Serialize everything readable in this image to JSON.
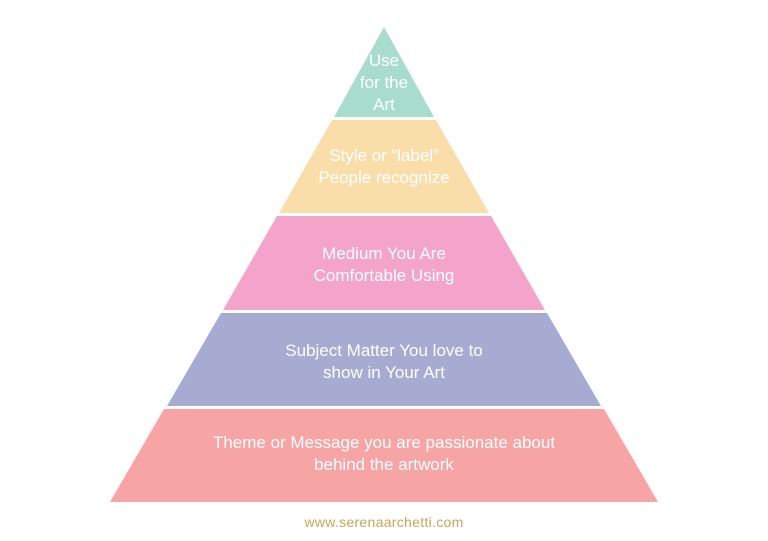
{
  "pyramid": {
    "tiers": [
      {
        "level": 1,
        "lines": [
          "Theme or Message you are passionate about",
          "behind the artwork"
        ],
        "color": "#f6a4a4"
      },
      {
        "level": 2,
        "lines": [
          "Subject Matter You love to",
          "show in Your Art"
        ],
        "color": "#a7abd2"
      },
      {
        "level": 3,
        "lines": [
          "Medium You Are",
          "Comfortable Using"
        ],
        "color": "#f4a3cb"
      },
      {
        "level": 4,
        "lines": [
          "Style or “label”",
          "People recognize"
        ],
        "color": "#f9deaa"
      },
      {
        "level": 5,
        "lines": [
          "Use",
          "for the",
          "Art"
        ],
        "color": "#a8ddcd"
      }
    ]
  },
  "credit": {
    "text": "www.serenaarchetti.com",
    "color": "#c9a55a"
  }
}
